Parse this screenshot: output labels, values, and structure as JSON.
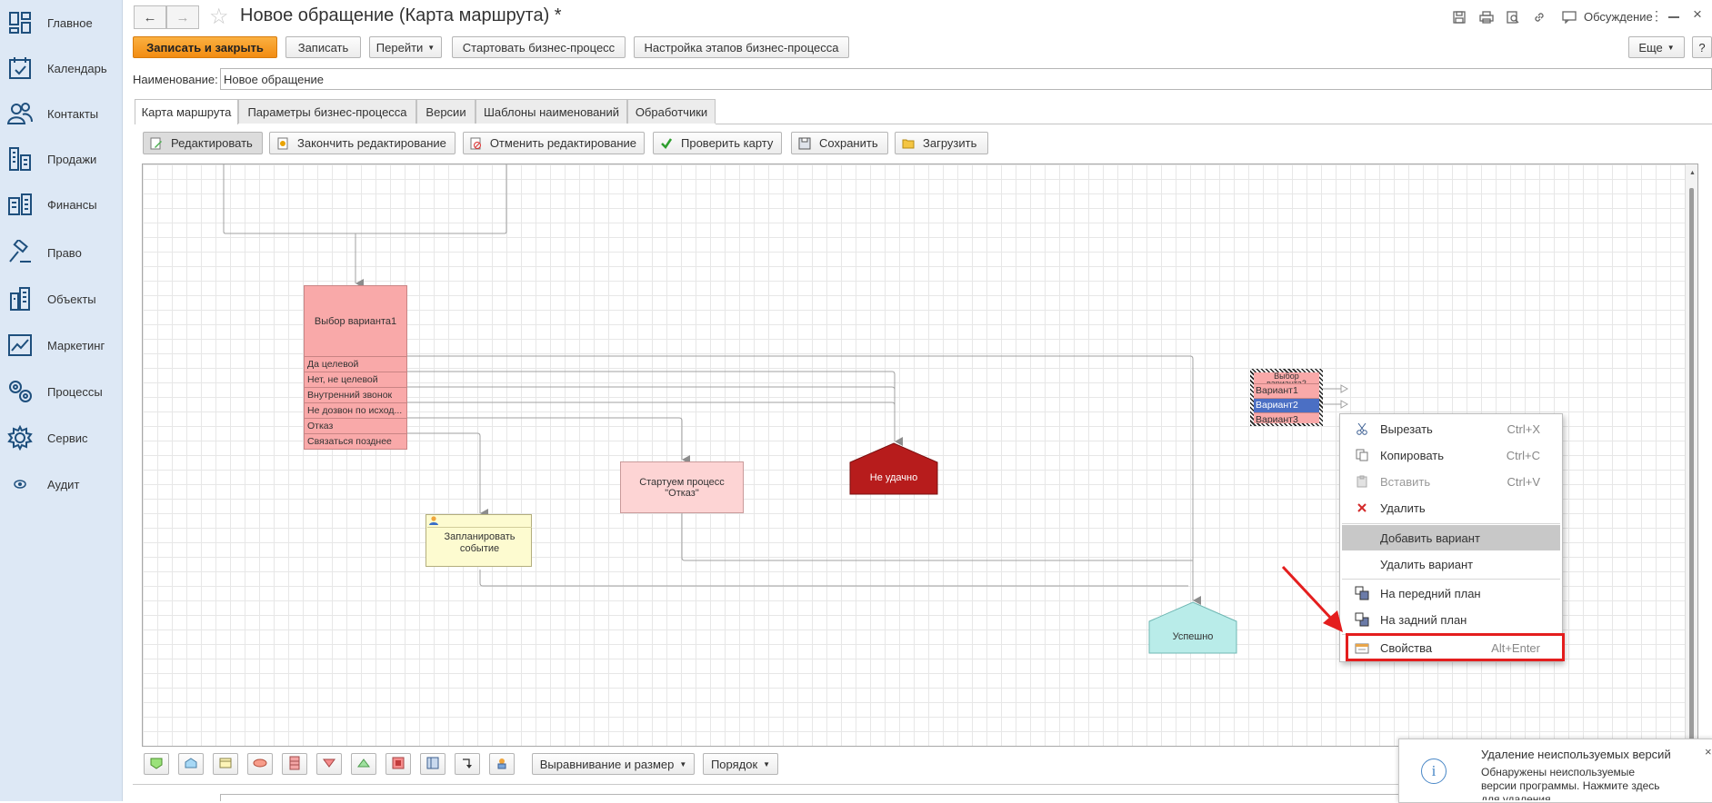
{
  "sidebar": {
    "items": [
      {
        "label": "Главное",
        "icon": "home-grid-icon"
      },
      {
        "label": "Календарь",
        "icon": "calendar-icon"
      },
      {
        "label": "Контакты",
        "icon": "contacts-icon"
      },
      {
        "label": "Продажи",
        "icon": "sales-icon"
      },
      {
        "label": "Финансы",
        "icon": "finance-icon"
      },
      {
        "label": "Право",
        "icon": "gavel-icon"
      },
      {
        "label": "Объекты",
        "icon": "buildings-icon"
      },
      {
        "label": "Маркетинг",
        "icon": "chart-icon"
      },
      {
        "label": "Процессы",
        "icon": "processes-icon"
      },
      {
        "label": "Сервис",
        "icon": "gear-icon"
      },
      {
        "label": "Аудит",
        "icon": "eye-icon"
      }
    ]
  },
  "header": {
    "title": "Новое обращение (Карта маршрута) *",
    "discussion_label": "Обсуждение"
  },
  "command_bar": {
    "save_close": "Записать и закрыть",
    "save": "Записать",
    "goto": "Перейти",
    "start_bp": "Стартовать бизнес-процесс",
    "bp_settings": "Настройка этапов бизнес-процесса",
    "more": "Еще",
    "help": "?"
  },
  "name_field": {
    "label": "Наименование:",
    "value": "Новое обращение"
  },
  "tabs": [
    "Карта маршрута",
    "Параметры бизнес-процесса",
    "Версии",
    "Шаблоны наименований",
    "Обработчики"
  ],
  "toolbar": {
    "edit": "Редактировать",
    "finish": "Закончить редактирование",
    "cancel": "Отменить редактирование",
    "check": "Проверить карту",
    "save": "Сохранить",
    "load": "Загрузить"
  },
  "map": {
    "choice1": {
      "title": "Выбор варианта1",
      "options": [
        "Да целевой",
        "Нет, не целевой",
        "Внутренний звонок",
        "Не дозвон по исход...",
        "Отказ",
        "Связаться позднее"
      ]
    },
    "choice2": {
      "title": "Выбор варианта2",
      "options": [
        "Вариант1",
        "Вариант2",
        "Вариант3"
      ]
    },
    "start_process": "Стартуем процесс \"Отказ\"",
    "plan_event": "Запланировать событие",
    "failure": "Не удачно",
    "success": "Успешно"
  },
  "context_menu": {
    "items": [
      {
        "label": "Вырезать",
        "shortcut": "Ctrl+X"
      },
      {
        "label": "Копировать",
        "shortcut": "Ctrl+C"
      },
      {
        "label": "Вставить",
        "shortcut": "Ctrl+V"
      },
      {
        "label": "Удалить",
        "shortcut": ""
      },
      {
        "label": "Добавить вариант",
        "shortcut": ""
      },
      {
        "label": "Удалить вариант",
        "shortcut": ""
      },
      {
        "label": "На передний план",
        "shortcut": ""
      },
      {
        "label": "На задний план",
        "shortcut": ""
      },
      {
        "label": "Свойства",
        "shortcut": "Alt+Enter"
      }
    ]
  },
  "bottom_toolbar": {
    "align": "Выравнивание и размер",
    "order": "Порядок"
  },
  "notification": {
    "title": "Удаление неиспользуемых версий",
    "text": "Обнаружены неиспользуемые версии программы. Нажмите здесь для удаления."
  },
  "colors": {
    "accent": "#f39419",
    "sidebar_bg": "#dde8f5",
    "choice_fill": "#f9a9a9",
    "failure_fill": "#b71c1c",
    "success_fill": "#b9ece9",
    "plan_fill": "#fdfbd0",
    "start_fill": "#fdd4d4",
    "selected_row": "#4b6fc4",
    "highlight_red": "#e41e1e"
  }
}
